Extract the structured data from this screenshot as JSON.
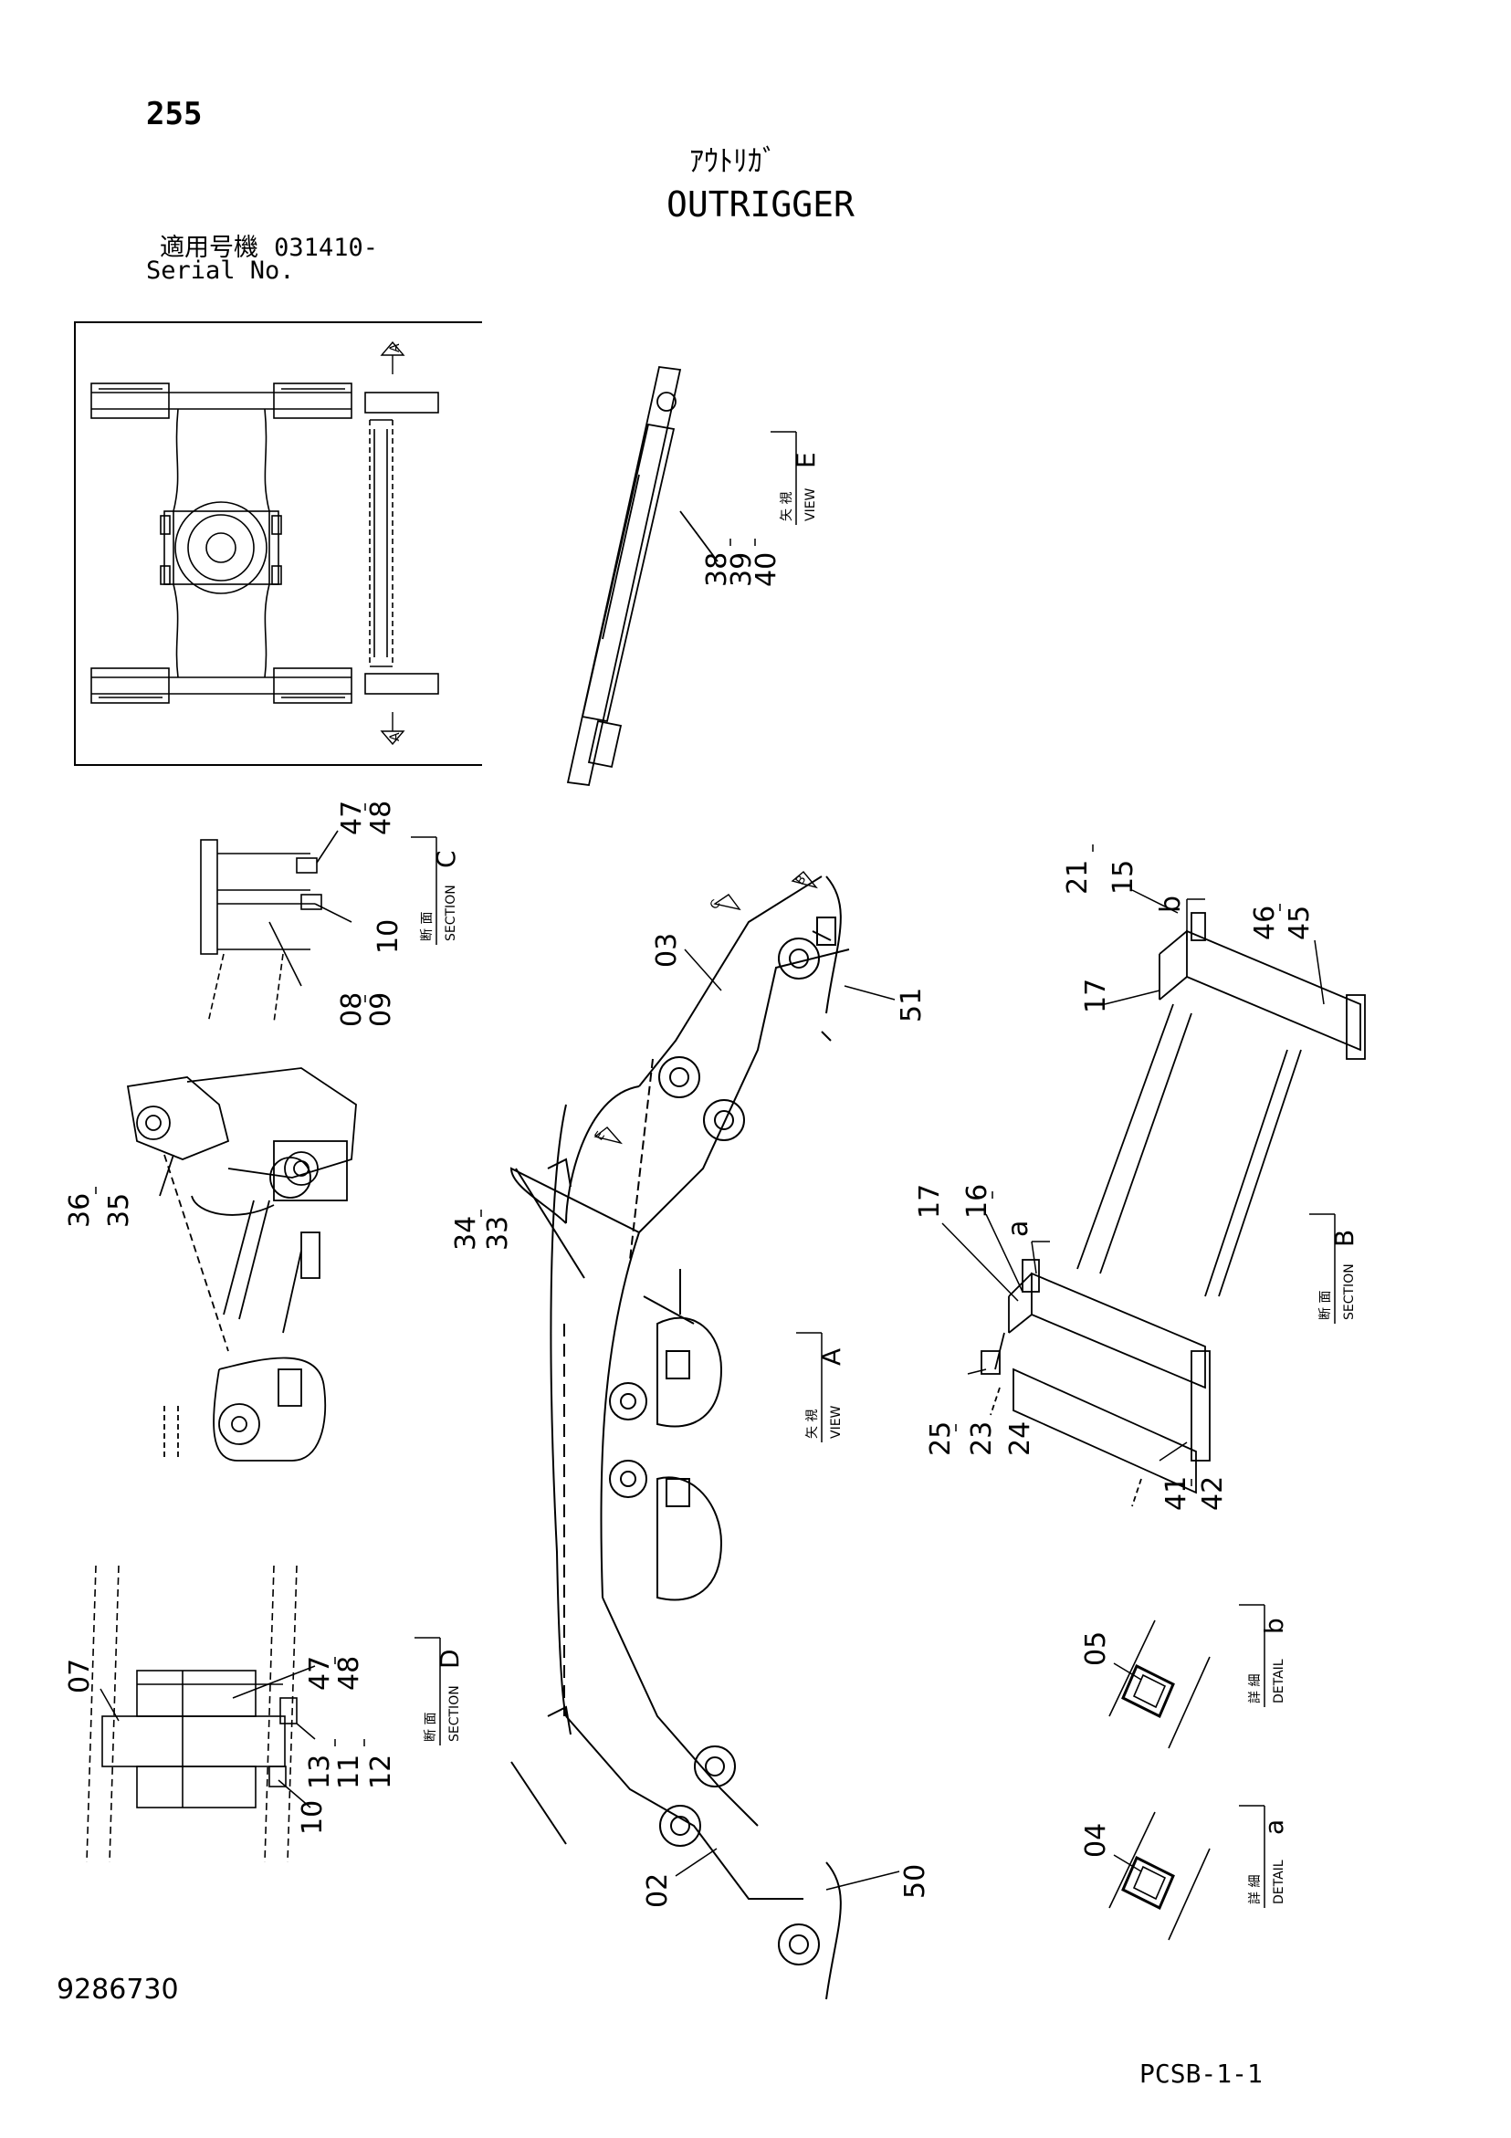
{
  "header": {
    "page_number": "255",
    "title_jp": "ｱｳﾄﾘｶﾞ",
    "title_en": "OUTRIGGER",
    "serial_label_jp": "適用号機",
    "serial_value": "031410-",
    "serial_label_en": "Serial No."
  },
  "footer": {
    "drawing_number": "9286730",
    "page_code": "PCSB-1-1"
  },
  "view_markers": {
    "a": "A",
    "b": "B",
    "c": "C",
    "e": "E"
  },
  "captions": [
    {
      "id": "view-e",
      "jp": "矢 視",
      "en": "VIEW",
      "letter": "E"
    },
    {
      "id": "section-c",
      "jp": "断 面",
      "en": "SECTION",
      "letter": "C"
    },
    {
      "id": "section-b",
      "jp": "断 面",
      "en": "SECTION",
      "letter": "B"
    },
    {
      "id": "view-a",
      "jp": "矢 視",
      "en": "VIEW",
      "letter": "A"
    },
    {
      "id": "section-d",
      "jp": "断 面",
      "en": "SECTION",
      "letter": "D"
    },
    {
      "id": "detail-b",
      "jp": "詳 細",
      "en": "DETAIL",
      "letter": "b"
    },
    {
      "id": "detail-a",
      "jp": "詳 細",
      "en": "DETAIL",
      "letter": "a"
    }
  ],
  "part_labels": [
    {
      "id": "e-38",
      "text": "38"
    },
    {
      "id": "e-39",
      "text": "39"
    },
    {
      "id": "e-40",
      "text": "40"
    },
    {
      "id": "c-47",
      "text": "47"
    },
    {
      "id": "c-48",
      "text": "48"
    },
    {
      "id": "c-10",
      "text": "10"
    },
    {
      "id": "c-08",
      "text": "08"
    },
    {
      "id": "c-09",
      "text": "09"
    },
    {
      "id": "l-36",
      "text": "36"
    },
    {
      "id": "l-35",
      "text": "35"
    },
    {
      "id": "a-03",
      "text": "03"
    },
    {
      "id": "a-51",
      "text": "51"
    },
    {
      "id": "a-34",
      "text": "34"
    },
    {
      "id": "a-33",
      "text": "33"
    },
    {
      "id": "a-02",
      "text": "02"
    },
    {
      "id": "a-50",
      "text": "50"
    },
    {
      "id": "b-21",
      "text": "21"
    },
    {
      "id": "b-15",
      "text": "15"
    },
    {
      "id": "b-b",
      "text": "b"
    },
    {
      "id": "b-46",
      "text": "46"
    },
    {
      "id": "b-45",
      "text": "45"
    },
    {
      "id": "b-17a",
      "text": "17"
    },
    {
      "id": "b-17b",
      "text": "17"
    },
    {
      "id": "b-16",
      "text": "16"
    },
    {
      "id": "b-a",
      "text": "a"
    },
    {
      "id": "b-25",
      "text": "25"
    },
    {
      "id": "b-23",
      "text": "23"
    },
    {
      "id": "b-24",
      "text": "24"
    },
    {
      "id": "b-41",
      "text": "41"
    },
    {
      "id": "b-42",
      "text": "42"
    },
    {
      "id": "d-07",
      "text": "07"
    },
    {
      "id": "d-47",
      "text": "47"
    },
    {
      "id": "d-48",
      "text": "48"
    },
    {
      "id": "d-13",
      "text": "13"
    },
    {
      "id": "d-11",
      "text": "11"
    },
    {
      "id": "d-12",
      "text": "12"
    },
    {
      "id": "d-10",
      "text": "10"
    },
    {
      "id": "det-05",
      "text": "05"
    },
    {
      "id": "det-04",
      "text": "04"
    }
  ]
}
